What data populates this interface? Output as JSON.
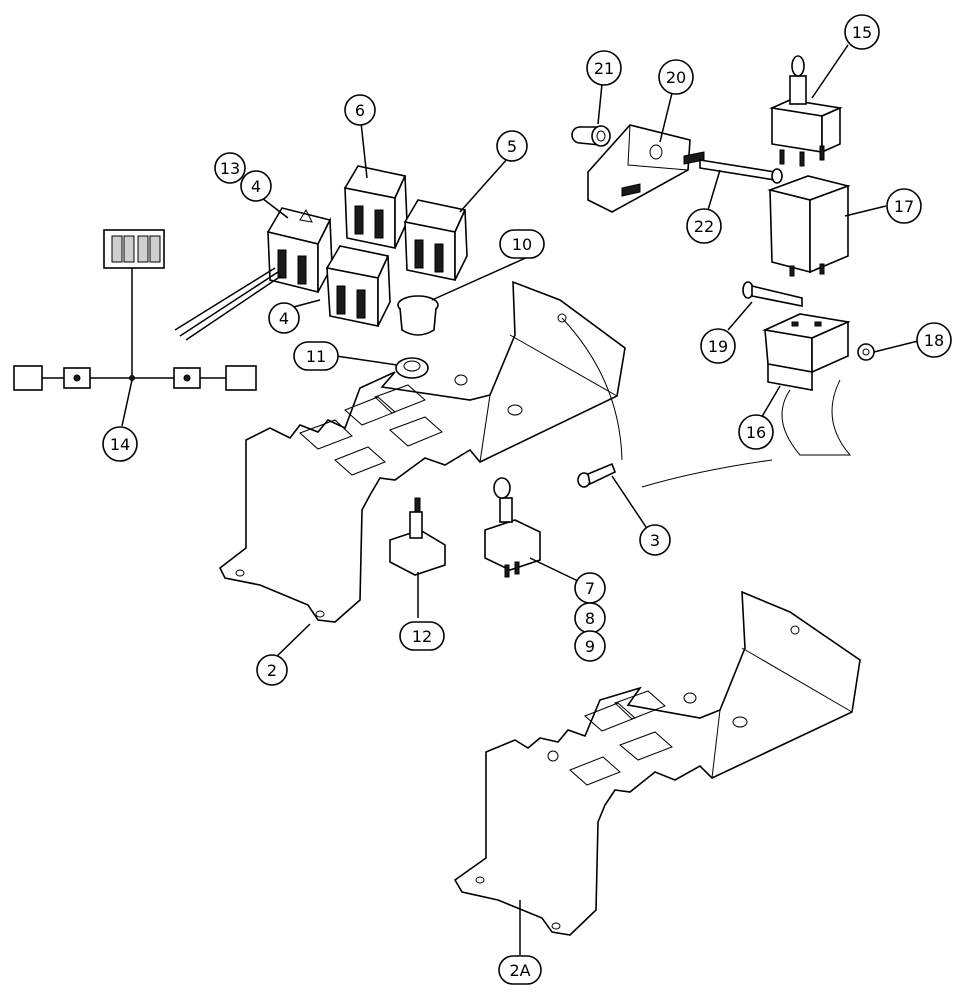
{
  "callouts": {
    "c2": "2",
    "c2a": "2A",
    "c3": "3",
    "c4a": "4",
    "c4b": "4",
    "c5": "5",
    "c6": "6",
    "c7": "7",
    "c8": "8",
    "c9": "9",
    "c10": "10",
    "c11": "11",
    "c12": "12",
    "c13": "13",
    "c14": "14",
    "c15": "15",
    "c16": "16",
    "c17": "17",
    "c18": "18",
    "c19": "19",
    "c20": "20",
    "c21": "21",
    "c22": "22"
  }
}
